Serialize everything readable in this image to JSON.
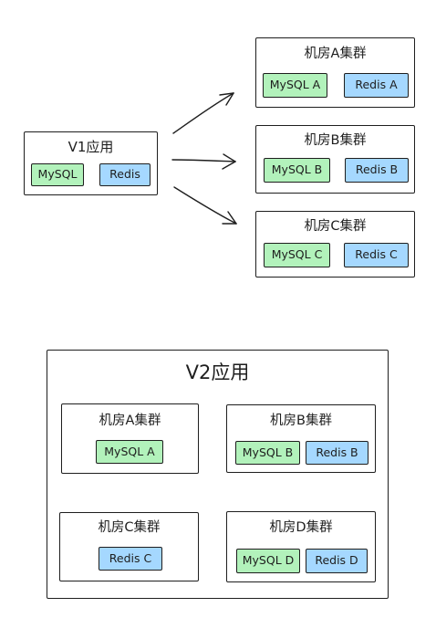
{
  "v1": {
    "title": "V1应用",
    "mysql": "MySQL",
    "redis": "Redis"
  },
  "v1_clusters": [
    {
      "title": "机房A集群",
      "mysql": "MySQL A",
      "redis": "Redis A"
    },
    {
      "title": "机房B集群",
      "mysql": "MySQL B",
      "redis": "Redis B"
    },
    {
      "title": "机房C集群",
      "mysql": "MySQL C",
      "redis": "Redis C"
    }
  ],
  "v2": {
    "title": "V2应用",
    "clusters": [
      {
        "title": "机房A集群",
        "mysql": "MySQL A"
      },
      {
        "title": "机房B集群",
        "mysql": "MySQL B",
        "redis": "Redis B"
      },
      {
        "title": "机房C集群",
        "redis": "Redis C"
      },
      {
        "title": "机房D集群",
        "mysql": "MySQL D",
        "redis": "Redis D"
      }
    ]
  },
  "colors": {
    "mysql_fill": "#b2f2bb",
    "redis_fill": "#a5d8ff",
    "stroke": "#1e1e1e"
  }
}
